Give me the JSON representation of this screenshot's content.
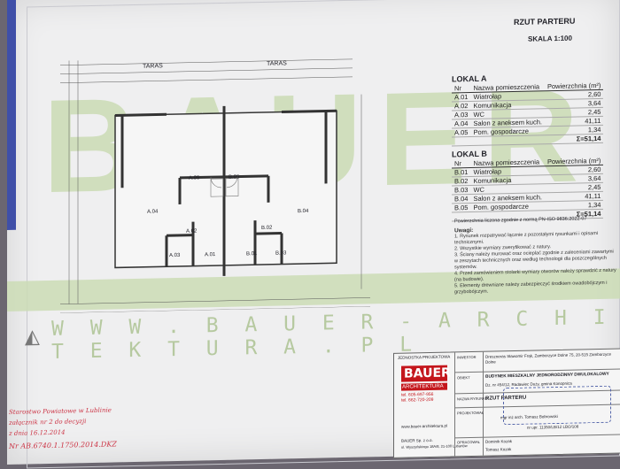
{
  "drawing": {
    "title": "RZUT PARTERU",
    "scale": "SKALA 1:100",
    "watermark_brand": "BAUER",
    "watermark_url": "W W W . B A U E R - A R C H I T E K T U R A . P L",
    "terraces": [
      "TARAS",
      "TARAS"
    ],
    "room_codes": [
      "A.04",
      "A.02",
      "A.03",
      "A.01",
      "B.04",
      "B.02",
      "B.03",
      "B.01",
      "A.05",
      "B.05"
    ]
  },
  "lokal_a": {
    "heading": "LOKAL A",
    "columns": [
      "Nr",
      "Nazwa pomieszczenia",
      "Powierzchnia (m²)"
    ],
    "rows": [
      [
        "A.01",
        "Wiatrołap",
        "2,60"
      ],
      [
        "A.02",
        "Komunikacja",
        "3,64"
      ],
      [
        "A.03",
        "WC",
        "2,45"
      ],
      [
        "A.04",
        "Salon z aneksem kuch.",
        "41,11"
      ],
      [
        "A.05",
        "Pom. gospodarcze",
        "1,34"
      ]
    ],
    "total": "Σ=51,14"
  },
  "lokal_b": {
    "heading": "LOKAL B",
    "columns": [
      "Nr",
      "Nazwa pomieszczenia",
      "Powierzchnia (m²)"
    ],
    "rows": [
      [
        "B.01",
        "Wiatrołap",
        "2,60"
      ],
      [
        "B.02",
        "Komunikacja",
        "3,64"
      ],
      [
        "B.03",
        "WC",
        "2,45"
      ],
      [
        "B.04",
        "Salon z aneksem kuch.",
        "41,11"
      ],
      [
        "B.05",
        "Pom. gospodarcze",
        "1,34"
      ]
    ],
    "total": "Σ=51,14"
  },
  "norm_note": "Powierzchnia liczona zgodnie z normą PN-ISO 9836:2022-07",
  "notes": {
    "heading": "Uwagi:",
    "items": [
      "1. Rysunek rozpatrywać łącznie z pozostałymi rysunkami i opisami technicznymi.",
      "2. Wszystkie wymiary zweryfikować z natury.",
      "3. Ściany należy murować oraz ocieplać zgodnie z zaleceniami zawartymi w zeszytach technicznych oraz według technologii dla poszczególnych systemów.",
      "4. Przed zamówieniem stolarki wymiary otworów należy sprawdzić z natury (na budowie).",
      "5. Elementy drewniane należy zabezpieczyć środkiem owadobójczym i grzybobójczym."
    ]
  },
  "title_block": {
    "logo_main": "BAUER",
    "logo_sub": "ARCHITEKTURA",
    "phones": [
      "tel. 605-697-956",
      "tel. 662-720-209"
    ],
    "website": "www.bauer-architektura.pl",
    "company": "BAUER Sp. z o.o.",
    "address": "ul. Wyszyńskiego 18A/8, 21-100 Lubartów",
    "investor_label": "INWESTOR",
    "investor": "Dreszneras Sławomir Frąk, Zamborzyce Dolne 75, 20-515 Zamborzyce Dolne",
    "object_label": "OBIEKT",
    "object": "BUDYNEK MIESZKALNY JEDNORODZINNY DWULOKALOWY",
    "location": "Dz. nr 454/12, Radawiec Duży, gmina Konopnica",
    "sheet_label": "NAZWA RYSUNKU",
    "sheet_name": "RZUT PARTERU",
    "designer_label": "PROJEKTOWAŁ",
    "designer": "mgr inż arch. Tomasz Bobrowski",
    "license": "nr upr. 11350/LB/12  LBO/108",
    "drafter_label": "OPRACOWAŁ",
    "drafter": "Dominik Kozak",
    "checker": "Tomasz Kozak",
    "jednostka": "JEDNOSTKA PROJEKTOWA"
  },
  "handwritten": {
    "office": "Starostwo Powiatowe w Lublinie",
    "appendix": "załącznik nr 2 do decyzji",
    "date": "z dnia 16.12.2014",
    "case": "Nr AB.6740.1.1750.2014.DKZ"
  },
  "colors": {
    "paper": "#efeff0",
    "watermark_green": "#c6d9ad",
    "logo_red": "#c4161c",
    "ink": "#23232a",
    "handwriting": "#cc3344"
  }
}
